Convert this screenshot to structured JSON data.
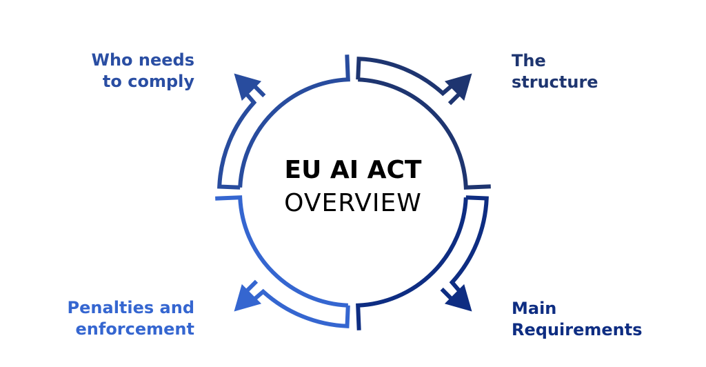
{
  "center": {
    "title": "EU AI ACT",
    "subtitle": "OVERVIEW"
  },
  "labels": {
    "top_left": {
      "line1": "Who needs",
      "line2": "to comply",
      "color": "#2a4ea3"
    },
    "top_right": {
      "line1": "The",
      "line2": "structure",
      "color": "#1e3570"
    },
    "bottom_right": {
      "line1": "Main",
      "line2": "Requirements",
      "color": "#0e2d82"
    },
    "bottom_left": {
      "line1": "Penalties and",
      "line2": "enforcement",
      "color": "#3566d0"
    }
  },
  "segments": [
    {
      "name": "top-right",
      "start_deg": -90,
      "color": "#1e3570"
    },
    {
      "name": "bottom-right",
      "start_deg": 0,
      "color": "#0e2d82"
    },
    {
      "name": "bottom-left",
      "start_deg": 90,
      "color": "#3566d0"
    },
    {
      "name": "top-left",
      "start_deg": 180,
      "color": "#284c9e"
    }
  ]
}
